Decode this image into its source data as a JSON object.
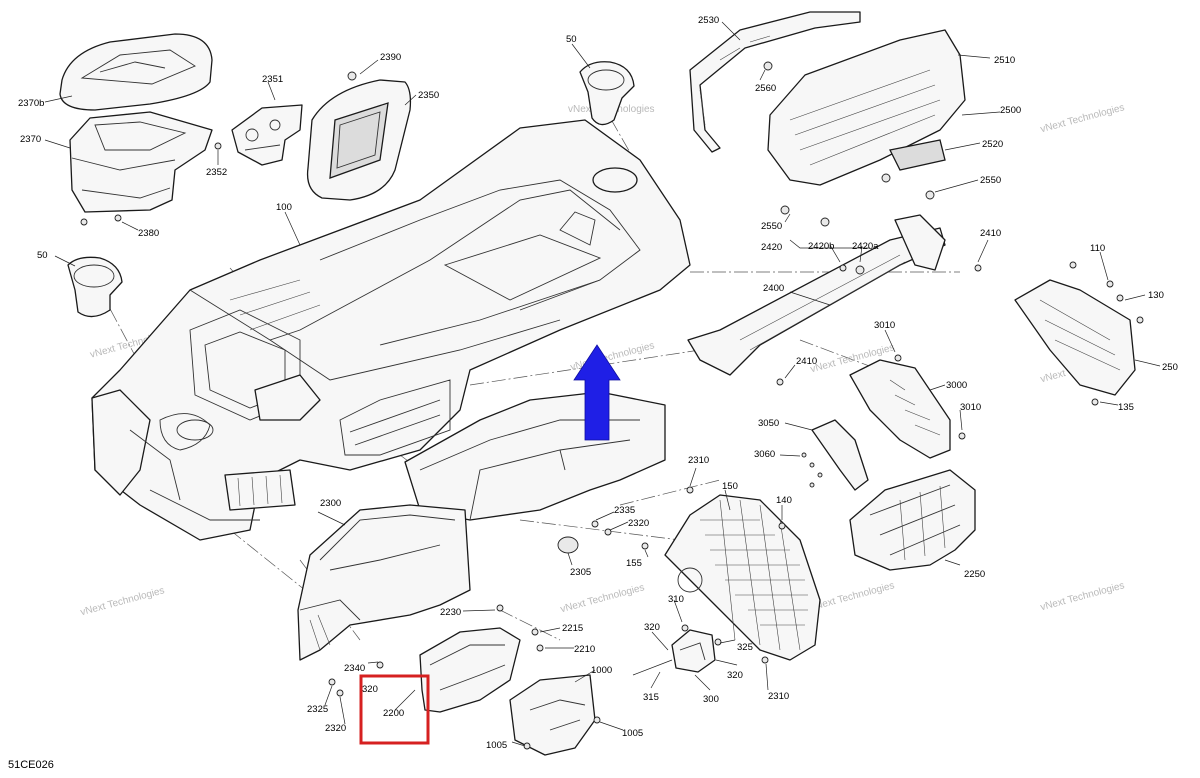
{
  "diagram": {
    "code": "51CE026",
    "watermark": "vNext Technologies",
    "arrow_color": "#1f1fe6",
    "highlight_color": "#d62020",
    "labels": [
      {
        "id": "l2370b",
        "text": "2370b"
      },
      {
        "id": "l2370",
        "text": "2370"
      },
      {
        "id": "l2352",
        "text": "2352"
      },
      {
        "id": "l2380",
        "text": "2380"
      },
      {
        "id": "l2351",
        "text": "2351"
      },
      {
        "id": "l2390",
        "text": "2390"
      },
      {
        "id": "l2350",
        "text": "2350"
      },
      {
        "id": "l50a",
        "text": "50"
      },
      {
        "id": "l50b",
        "text": "50"
      },
      {
        "id": "l100",
        "text": "100"
      },
      {
        "id": "l2530",
        "text": "2530"
      },
      {
        "id": "l2510",
        "text": "2510"
      },
      {
        "id": "l2560",
        "text": "2560"
      },
      {
        "id": "l2500",
        "text": "2500"
      },
      {
        "id": "l2520",
        "text": "2520"
      },
      {
        "id": "l2550a",
        "text": "2550"
      },
      {
        "id": "l2550b",
        "text": "2550"
      },
      {
        "id": "l2420",
        "text": "2420"
      },
      {
        "id": "l2420b",
        "text": "2420b"
      },
      {
        "id": "l2420a",
        "text": "2420a"
      },
      {
        "id": "l2410a",
        "text": "2410"
      },
      {
        "id": "l2410b",
        "text": "2410"
      },
      {
        "id": "l2400",
        "text": "2400"
      },
      {
        "id": "l110",
        "text": "110"
      },
      {
        "id": "l130",
        "text": "130"
      },
      {
        "id": "l250",
        "text": "250"
      },
      {
        "id": "l135",
        "text": "135"
      },
      {
        "id": "l3010a",
        "text": "3010"
      },
      {
        "id": "l3010b",
        "text": "3010"
      },
      {
        "id": "l3000",
        "text": "3000"
      },
      {
        "id": "l3050",
        "text": "3050"
      },
      {
        "id": "l3060",
        "text": "3060"
      },
      {
        "id": "l2310a",
        "text": "2310"
      },
      {
        "id": "l2310b",
        "text": "2310"
      },
      {
        "id": "l2300",
        "text": "2300"
      },
      {
        "id": "l2335",
        "text": "2335"
      },
      {
        "id": "l2320a",
        "text": "2320"
      },
      {
        "id": "l2320b",
        "text": "2320"
      },
      {
        "id": "l2305",
        "text": "2305"
      },
      {
        "id": "l155",
        "text": "155"
      },
      {
        "id": "l150",
        "text": "150"
      },
      {
        "id": "l140",
        "text": "140"
      },
      {
        "id": "l2250",
        "text": "2250"
      },
      {
        "id": "l2230",
        "text": "2230"
      },
      {
        "id": "l2215",
        "text": "2215"
      },
      {
        "id": "l2210",
        "text": "2210"
      },
      {
        "id": "l310",
        "text": "310"
      },
      {
        "id": "l320a",
        "text": "320"
      },
      {
        "id": "l320b",
        "text": "320"
      },
      {
        "id": "l320c",
        "text": "320"
      },
      {
        "id": "l325",
        "text": "325"
      },
      {
        "id": "l315",
        "text": "315"
      },
      {
        "id": "l300",
        "text": "300"
      },
      {
        "id": "l1000",
        "text": "1000"
      },
      {
        "id": "l1005a",
        "text": "1005"
      },
      {
        "id": "l1005b",
        "text": "1005"
      },
      {
        "id": "l2340",
        "text": "2340"
      },
      {
        "id": "l2325",
        "text": "2325"
      },
      {
        "id": "l2200",
        "text": "2200"
      }
    ]
  }
}
